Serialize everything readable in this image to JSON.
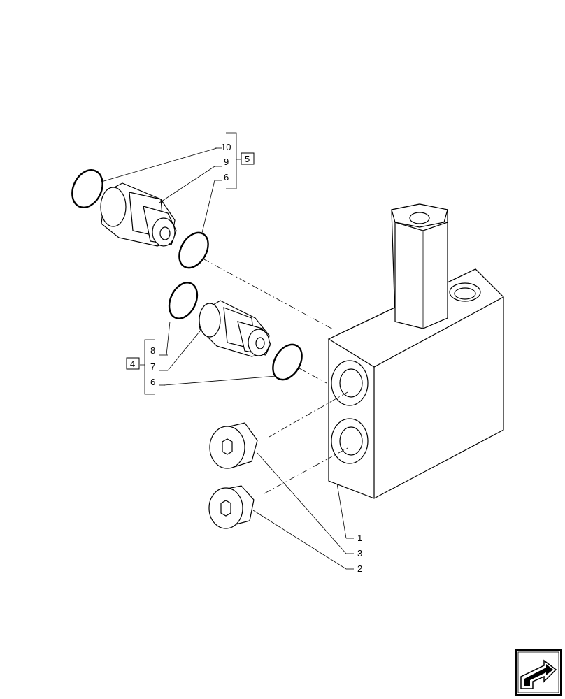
{
  "callouts": {
    "c10": "10",
    "c9": "9",
    "c6a": "6",
    "c5": "5",
    "c8": "8",
    "c7": "7",
    "c6b": "6",
    "c4": "4",
    "c1": "1",
    "c3": "3",
    "c2": "2"
  },
  "nav_icon": "next-page-arrow-icon"
}
